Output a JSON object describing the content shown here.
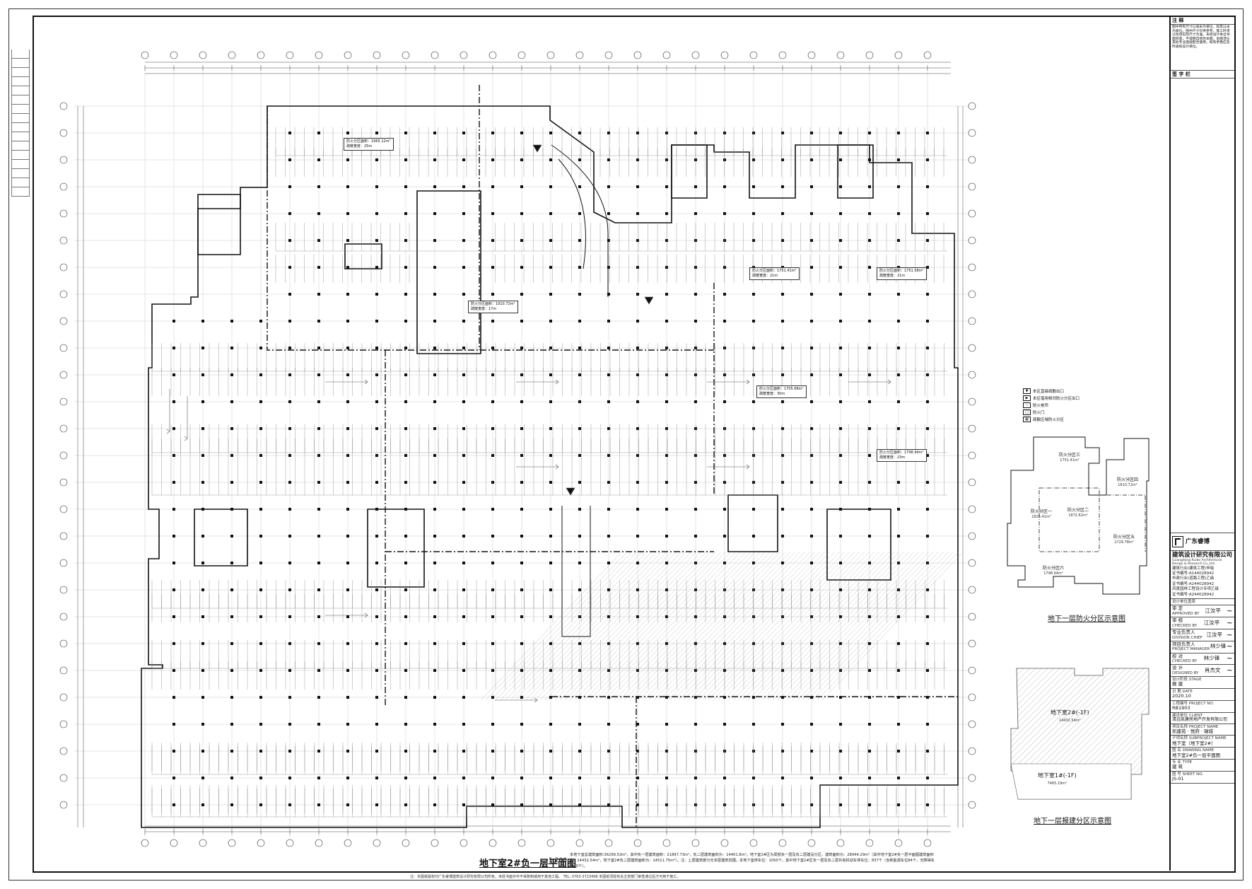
{
  "plan": {
    "title": "地下室2#负一层平面图",
    "scale": "1:200",
    "note": "本地下室总建筑面积:36299.53m²，其中负一层建筑面积：21897.73m²，负二层建筑面积为：14401.8m²。地下室2#区为局部负一层及负二层建设分区，建筑面积为：28944.29m²（其中地下室2#负一层平面图建筑面积为：14432.54m²，地下室2#负二层建筑面积为：14511.75m²）。注：上层建筑部分无本层建筑范围。本地下室停车位：1050个，其中地下室2#区负一层及负二层共有机动车停车位：837个（含新能源车位84个，无障碍车位20个）。",
    "zones": [
      {
        "label": "防火分区面积：1965.12m²",
        "note": "疏散宽度：25m"
      },
      {
        "label": "防火分区面积：1910.72m²",
        "note": "疏散宽度：17m"
      },
      {
        "label": "防火分区面积：1751.41m²",
        "note": "疏散宽度：21m"
      },
      {
        "label": "防火分区面积：1751.58m²",
        "note": "疏散宽度：21m"
      },
      {
        "label": "防火分区面积：1705.68m²",
        "note": "疏散宽度：30m"
      },
      {
        "label": "防火分区面积：1798.94m²",
        "note": "疏散宽度：23m"
      }
    ]
  },
  "legend": {
    "items": [
      {
        "symbol": "▼",
        "label": "本区直接疏散出口"
      },
      {
        "symbol": "▶",
        "label": "本区借用相邻防火分区出口"
      },
      {
        "symbol": "--",
        "label": "防火卷帘"
      },
      {
        "symbol": "□",
        "label": "防火门"
      },
      {
        "symbol": "▦",
        "label": "疏散区域防火分区"
      }
    ]
  },
  "inset1": {
    "caption": "地下一层防火分区示意图",
    "zones": [
      {
        "name": "防火分区一",
        "area": "1825.41m²"
      },
      {
        "name": "防火分区二",
        "area": "1872.62m²"
      },
      {
        "name": "防火分区三",
        "area": "1751.41m²"
      },
      {
        "name": "防火分区四",
        "area": "1810.72m²"
      },
      {
        "name": "防火分区五",
        "area": "1729.78m²"
      },
      {
        "name": "防火分区六",
        "area": "1798.94m²"
      }
    ]
  },
  "inset2": {
    "caption": "地下一层报建分区示意图",
    "areas": [
      {
        "name": "地下室2#(-1F)",
        "area": "14432.54m²"
      },
      {
        "name": "地下室1#(-1F)",
        "area": "7465.19m²"
      }
    ]
  },
  "title_block": {
    "notes_head": "注 释",
    "notes_text": "图中所有尺寸以毫米为单位，标高以米为单位。图中尺寸仅供参考，施工时须以现场实际尺寸为准。未经设计单位书面同意，不得擅自修改本图。本图须与其他专业图纸配合使用，如有矛盾应及时通知设计单位。",
    "stamp_head": "签 字 栏",
    "company": "广东睿博",
    "company2": "建筑设计研究有限公司",
    "company_en": "Guangdong Ruibo Architectural Design & Research Co.,Ltd.",
    "certs": [
      "建筑行业(建筑工程)甲级",
      "证书编号:A144028942",
      "市政行业(道路工程)乙级",
      "证书编号:A244028942",
      "风景园林工程设计专项乙级",
      "证书编号:A244028942"
    ],
    "seal_head": "设计单位盖章",
    "roles": [
      {
        "role": "审 定",
        "role_en": "APPROVED BY",
        "name": "江汝平"
      },
      {
        "role": "审 核",
        "role_en": "CHECKED BY",
        "name": "江汝平"
      },
      {
        "role": "专业负责人",
        "role_en": "DIVISION CHIEF",
        "name": "江汝平"
      },
      {
        "role": "项目负责人",
        "role_en": "PROJECT MANAGER",
        "name": "林少锋"
      },
      {
        "role": "校 对",
        "role_en": "CHECKED BY",
        "name": "林少锋"
      },
      {
        "role": "设 计",
        "role_en": "DESIGNED BY",
        "name": "肖杰文"
      }
    ],
    "stage_label": "设计阶段 STAGE",
    "stage": "报 建",
    "date_label": "日 期 DATE",
    "date": "2020.10",
    "project_no_label": "工程编号 PROJECT NO.",
    "project_no": "RB1903",
    "client_label": "建设单位 CLIENT",
    "client": "清远凯建房地产开发有限公司",
    "project_label": "项目名称 PROJECT NAME",
    "project": "凯建苑 · 悦府 · 瑞城",
    "subproject_label": "子项名称 SUBPROJECT NAME",
    "subproject": "地下室（地下室2#）",
    "drawing_label": "图 名 DRAWING NAME",
    "drawing": "地下室2#负一层平面图",
    "discipline_label": "专 业 TYPE",
    "discipline": "建 筑",
    "sheet_label": "图 号 SHEET NO.",
    "sheet": "JS-01"
  },
  "footer": "注：本图纸版权归广东睿博建筑设计研究有限公司所有，未经书面许可不得复制或用于其他工程。 TEL: 0763-3723498 本图纸须经有关主管部门审查通过后方可用于施工。"
}
